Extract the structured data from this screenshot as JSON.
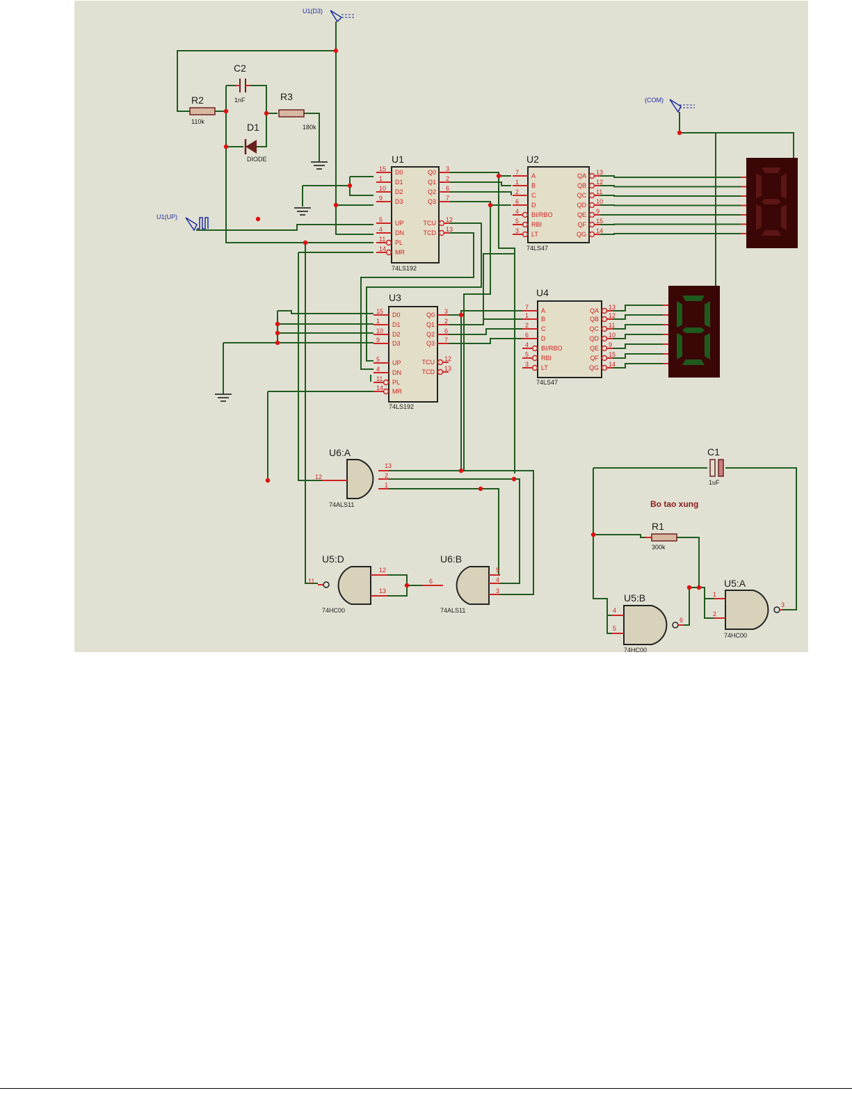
{
  "colors": {
    "background": "#e1e1d3",
    "wire": "#1f5a1f",
    "pin": "#cc2222",
    "pin_text": "#cc2222",
    "ic_body": "#e3dec8",
    "gate_body": "#d8d2bb",
    "outline": "#222222",
    "junction": "#dd1111",
    "terminal": "#1c2a9e",
    "annotation": "#8a1a1a",
    "display_red_bg": "#3a0606",
    "display_red_seg": "#5c1616",
    "display_green_bg": "#3a0606",
    "display_green_seg": "#1e5a1e"
  },
  "terminals": {
    "d3": "U1(D3)",
    "up": "U1(UP)",
    "com": "(COM)"
  },
  "components": {
    "r2": {
      "ref": "R2",
      "value": "110k"
    },
    "r3": {
      "ref": "R3",
      "value": "180k"
    },
    "c2": {
      "ref": "C2",
      "value": "1nF"
    },
    "d1": {
      "ref": "D1",
      "value": "DIODE"
    },
    "c1": {
      "ref": "C1",
      "value": "1uF"
    },
    "r1": {
      "ref": "R1",
      "value": "300k"
    }
  },
  "ics": {
    "u1": {
      "ref": "U1",
      "part": "74LS192",
      "left_pins": [
        {
          "num": "15",
          "name": "D0"
        },
        {
          "num": "1",
          "name": "D1"
        },
        {
          "num": "10",
          "name": "D2"
        },
        {
          "num": "9",
          "name": "D3"
        },
        {
          "num": "5",
          "name": "UP"
        },
        {
          "num": "4",
          "name": "DN"
        },
        {
          "num": "11",
          "name": "PL"
        },
        {
          "num": "14",
          "name": "MR"
        }
      ],
      "right_pins": [
        {
          "num": "3",
          "name": "Q0"
        },
        {
          "num": "2",
          "name": "Q1"
        },
        {
          "num": "6",
          "name": "Q2"
        },
        {
          "num": "7",
          "name": "Q3"
        },
        {
          "num": "12",
          "name": "TCU"
        },
        {
          "num": "13",
          "name": "TCD"
        }
      ]
    },
    "u3": {
      "ref": "U3",
      "part": "74LS192",
      "left_pins": [
        {
          "num": "15",
          "name": "D0"
        },
        {
          "num": "1",
          "name": "D1"
        },
        {
          "num": "10",
          "name": "D2"
        },
        {
          "num": "9",
          "name": "D3"
        },
        {
          "num": "5",
          "name": "UP"
        },
        {
          "num": "4",
          "name": "DN"
        },
        {
          "num": "11",
          "name": "PL"
        },
        {
          "num": "14",
          "name": "MR"
        }
      ],
      "right_pins": [
        {
          "num": "3",
          "name": "Q0"
        },
        {
          "num": "2",
          "name": "Q1"
        },
        {
          "num": "6",
          "name": "Q2"
        },
        {
          "num": "7",
          "name": "Q3"
        },
        {
          "num": "12",
          "name": "TCU"
        },
        {
          "num": "13",
          "name": "TCD"
        }
      ]
    },
    "u2": {
      "ref": "U2",
      "part": "74LS47",
      "left_pins": [
        {
          "num": "7",
          "name": "A"
        },
        {
          "num": "1",
          "name": "B"
        },
        {
          "num": "2",
          "name": "C"
        },
        {
          "num": "6",
          "name": "D"
        },
        {
          "num": "4",
          "name": "BI/RBO"
        },
        {
          "num": "5",
          "name": "RBI"
        },
        {
          "num": "3",
          "name": "LT"
        }
      ],
      "right_pins": [
        {
          "num": "13",
          "name": "QA"
        },
        {
          "num": "12",
          "name": "QB"
        },
        {
          "num": "11",
          "name": "QC"
        },
        {
          "num": "10",
          "name": "QD"
        },
        {
          "num": "9",
          "name": "QE"
        },
        {
          "num": "15",
          "name": "QF"
        },
        {
          "num": "14",
          "name": "QG"
        }
      ]
    },
    "u4": {
      "ref": "U4",
      "part": "74LS47",
      "left_pins": [
        {
          "num": "7",
          "name": "A"
        },
        {
          "num": "1",
          "name": "B"
        },
        {
          "num": "2",
          "name": "C"
        },
        {
          "num": "6",
          "name": "D"
        },
        {
          "num": "4",
          "name": "BI/RBO"
        },
        {
          "num": "5",
          "name": "RBI"
        },
        {
          "num": "3",
          "name": "LT"
        }
      ],
      "right_pins": [
        {
          "num": "13",
          "name": "QA"
        },
        {
          "num": "12",
          "name": "QB"
        },
        {
          "num": "11",
          "name": "QC"
        },
        {
          "num": "10",
          "name": "QD"
        },
        {
          "num": "9",
          "name": "QE"
        },
        {
          "num": "15",
          "name": "QF"
        },
        {
          "num": "14",
          "name": "QG"
        }
      ]
    }
  },
  "gates": {
    "u6a": {
      "ref": "U6:A",
      "part": "74ALS11",
      "inputs": [
        "13",
        "2",
        "1"
      ],
      "output": "12"
    },
    "u6b": {
      "ref": "U6:B",
      "part": "74ALS11",
      "inputs": [
        "5",
        "4",
        "3"
      ],
      "output": "6"
    },
    "u5d": {
      "ref": "U5:D",
      "part": "74HC00",
      "inputs": [
        "12",
        "13"
      ],
      "output": "11"
    },
    "u5b": {
      "ref": "U5:B",
      "part": "74HC00",
      "inputs": [
        "4",
        "5"
      ],
      "output": "6"
    },
    "u5a": {
      "ref": "U5:A",
      "part": "74HC00",
      "inputs": [
        "1",
        "2"
      ],
      "output": "3"
    }
  },
  "annotation": "Bo tao xung"
}
